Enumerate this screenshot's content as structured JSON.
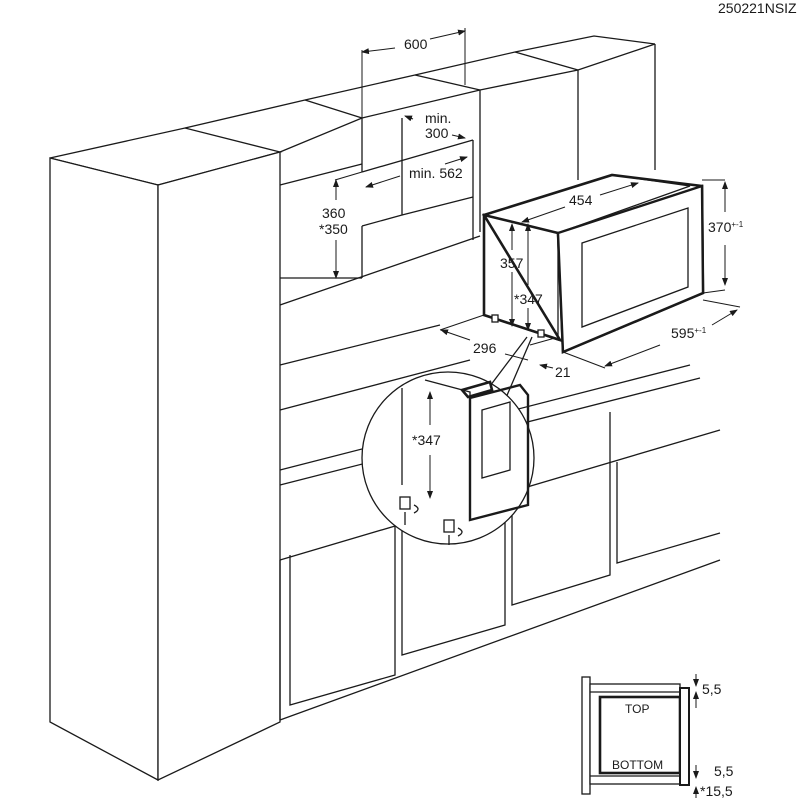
{
  "drawing_code": "250221NSIZ",
  "niche": {
    "width": "600",
    "min_depth_line1": "min.",
    "min_depth_line2": "300",
    "min_width": "min. 562",
    "height": "360",
    "height_alt": "*350"
  },
  "appliance": {
    "depth": "454",
    "frame_height": "370",
    "frame_height_tol": "+-1",
    "body_height": "357",
    "body_height_alt": "*347",
    "side_depth": "296",
    "frame_width": "595",
    "frame_width_tol": "+-1",
    "frame_thickness": "21"
  },
  "detail_inset": {
    "height_alt": "*347"
  },
  "section_inset": {
    "top_label": "TOP",
    "bottom_label": "BOTTOM",
    "top_gap": "5,5",
    "bottom_gap": "5,5",
    "bottom_gap_alt": "*15,5"
  }
}
